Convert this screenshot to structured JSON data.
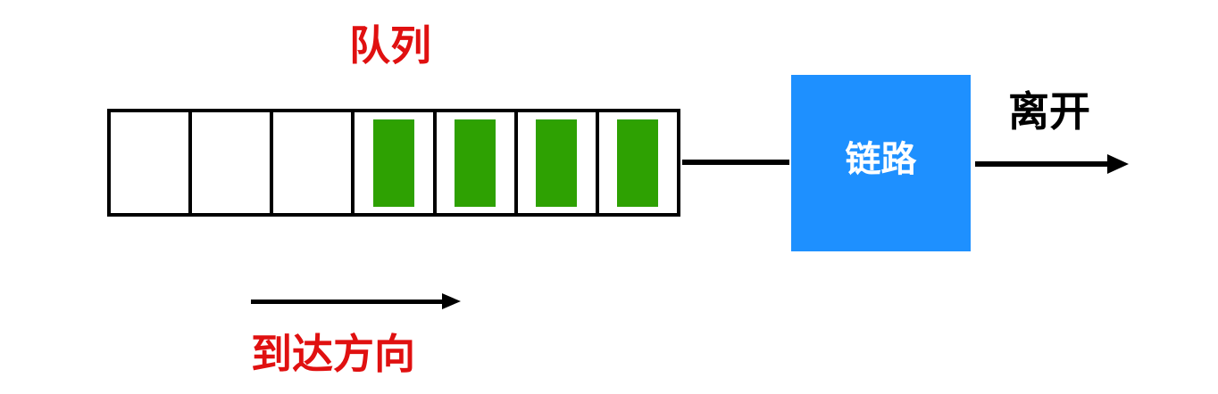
{
  "diagram_title": "queue-and-link",
  "colors": {
    "red": "#e01010",
    "blue": "#1e90ff",
    "green": "#2ea102",
    "black": "#000000"
  },
  "queue": {
    "label": "队列",
    "cells": [
      {
        "filled": false
      },
      {
        "filled": false
      },
      {
        "filled": false
      },
      {
        "filled": true
      },
      {
        "filled": true
      },
      {
        "filled": true
      },
      {
        "filled": true
      }
    ]
  },
  "link": {
    "label": "链路"
  },
  "departure": {
    "label": "离开"
  },
  "arrival": {
    "label": "到达方向"
  }
}
